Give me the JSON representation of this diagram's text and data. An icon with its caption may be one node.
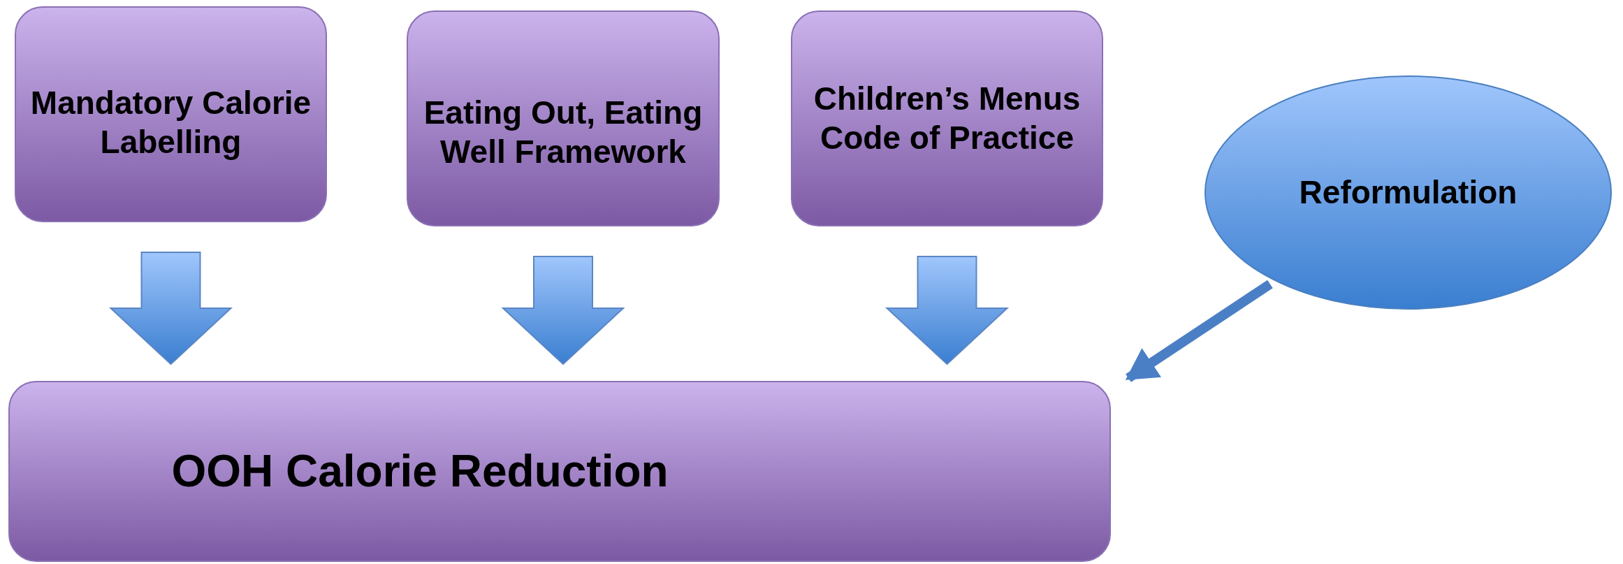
{
  "diagram": {
    "nodes": [
      {
        "text": [
          "Mandatory Calorie Labelling"
        ]
      },
      {
        "text": [
          "Eating Out, Eating Well Framework"
        ]
      },
      {
        "text": [
          "Children’s Menus Code of Practice"
        ]
      },
      {
        "text": [
          "Reformulation"
        ]
      },
      {
        "text": [
          "OOH Calorie Reduction"
        ]
      }
    ],
    "edges": [
      {
        "from": 0,
        "to": 4,
        "arrow": "to"
      },
      {
        "from": 1,
        "to": 4,
        "arrow": "to"
      },
      {
        "from": 2,
        "to": 4,
        "arrow": "to"
      },
      {
        "from": 3,
        "to": 4,
        "arrow": "to"
      }
    ]
  }
}
